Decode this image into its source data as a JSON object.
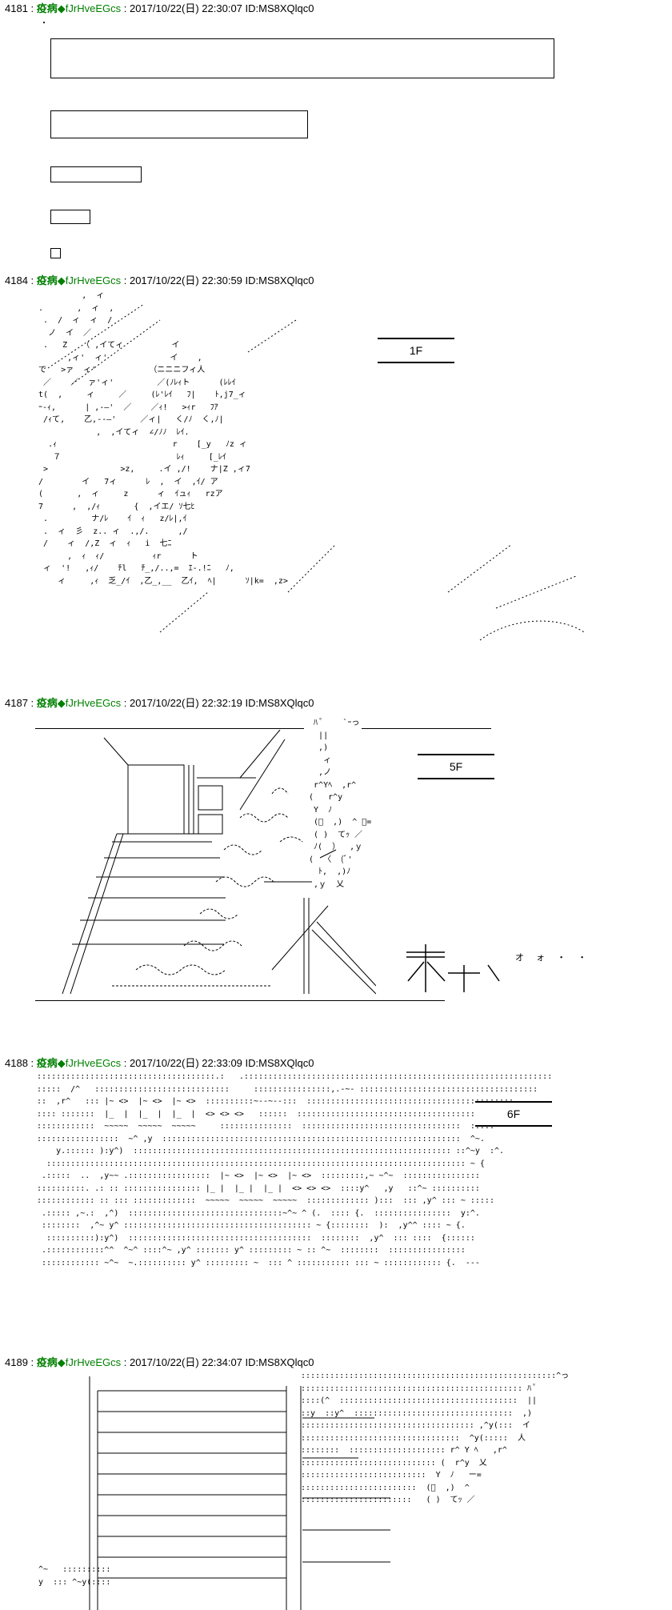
{
  "posts": [
    {
      "number": "4181",
      "sep": " : ",
      "name": "疫病",
      "trip": "◆fJrHveEGcs",
      "datetime": " : 2017/10/22(日) 22:30:07 ID:MS8XQlqc0",
      "dot": "・"
    },
    {
      "number": "4184",
      "sep": " : ",
      "name": "疫病",
      "trip": "◆fJrHveEGcs",
      "datetime": " : 2017/10/22(日) 22:30:59 ID:MS8XQlqc0",
      "floor": "1F",
      "art": "           ,  ィ\n  .       ,  ィ  ,\n   .  /  ィ  ィ  /\n    ノ  イ  ／\n   .   Z   （ ,イてィ          イ\n        ,ィ'  ィ'             イ    ,\n  で   >ァ  ィ'           （ニニニフィ人\n   ／    ／  ァ'ィ'         ／(ﾉﾚｨト      (ﾚﾚｲ\n  t(  ,     ィ     ／     (ﾚ'ﾚｲ   ﾌ|    ﾄ,j7_ィ\n  ｰ-ｨ,      | ,-―'  ／    ／ｨ!   >ｨr   ﾌｱ\n   /ｨて,    乙,--―'     ／ィ|   く/ﾉ  く,ﾉ|\n              ,  ,イてィ  ∠/ﾉﾉ  ﾚｲ.\n    .ｨ                        r    [_y   ﾉz ィ\n     ７                        ﾚｨ     [_ﾚｲ\n   >               >z,     .イ ,/!    ナ|Z ,ィ7\n  /        イ   7ィ      ﾚ  ,  イ  ,ｲ/ ア\n  (       ,  ィ     z      ィ  ｲュｨ   rzア\n  7      ,  ,/ｨ       {  ,イエ/ ｿ七ﾋ\n   .         ナ/ﾚ    ｲ  ｨ   z/ﾚ|,ｲ\n   .  ィ  彡  z.. ィ  .,/.      ,/\n   /    ィ  /,Z  ィ  ｨ   i  七ﾆ\n        ,  ｨ  ｨ/          ｨr      ト\n   ィ  '!   ,ｨ/    ﾁl   ﾁ_,/..,=  ｴ-.!ﾆ   ﾉ,\n      ィ     ,ｨ  乏_/ｲ  ,乙_,__  乙ｲ,  ﾍ|      ｿ|k=  ,z>"
    },
    {
      "number": "4187",
      "sep": " : ",
      "name": "疫病",
      "trip": "◆fJrHveEGcs",
      "datetime": " : 2017/10/22(日) 22:32:19 ID:MS8XQlqc0",
      "floor": "5F",
      "sfx": "オ ォ ・ ・",
      "art_right": "  ﾊ ﾟ    `ｰっ\n   ||\n   ,)\n    ィ\n   ,ノ\n  r^Yﾍ  ,r^\n (   r^y\n  Y  ﾉ\n  (ﾞ  ,)  ^ ー=\n  ( )  てｯ ／\n  ﾉ(  ）  ,ｙ\n (  〈  (ﾞ'\n   ﾄ,  ,)ﾉ\n  ,ｙ  乂"
    },
    {
      "number": "4188",
      "sep": " : ",
      "name": "疫病",
      "trip": "◆fJrHveEGcs",
      "datetime": " : 2017/10/22(日) 22:33:09 ID:MS8XQlqc0",
      "floor": "6F",
      "art": " :::::::::::::::::::::::::::::::::::::.:   .::::::::::::::::::::::::::::::::::::::::::::::::::::::::::::::::\n :::::  /^   ::::::::::::::::::::::::::::     ::::::::::::::::,.-~- :::::::::::::::::::::::::::::::::::::\n ::  ,r^   ::: |~ <>  |~ <>  |~ <>  ::::::::::~--~--:::  :::::::::::::::::::::::::::::::::::::::::::\n :::: :::::::  |_  |  |_  |  |_  |  <> <> <>   ::::::  :::::::::::::::::::::::::::::::::::::::::::::\n ::::::::::::  ~~~~~  ~~~~~  ~~~~~     :::::::::::::::  :::::::::::::::::::::::::::::::::  :::::\n :::::::::::::::::  ~^ ,y  ::::::::::::::::::::::::::::::::::::::::::::::::::::::::::::::  ^~. \n     y.:::::: ):y^)  :::::::::::::::::::::::::::::::::::::::::::::::::::::::::::::::::: ::^~y  :^.\n   ::::::::::::::::::::::::::::::::::::::::::::::::::::::::::::::::::::::::::::::::::::::: ~ {\n  .:::::  ..  ,y~~ .:::::::::::::::::  |~ <>  |~ <>  |~ <>  :::::::::,~ ~^~  ::::::::::::::::\n ::::::::::. .: :: :::::::::::::::: |_ |  |_ |  |_ |  <> <> <>  ::::y^   ,y   ::^~ ::::::::::\n :::::::::::: :: ::: :::::::::::::  ~~~~~  ~~~~~  ~~~~~  ::::::::::::: ):::  ::: ,y^ ::: ~ :::::\n  .::::: ,~.:  ,^)  ::::::::::::::::::::::::::::::::~^~ ^ (.  :::: {.  ::::::::::::::::  y:^.\n  ::::::::  ,^~ y^ ::::::::::::::::::::::::::::::::::::::: ~ {::::::::  ):  ,y^^ :::: ~ {.\n   ::::::::::):y^)  ::::::::::::::::::::::::::::::::::::::  ::::::::  ,y^  ::: ::::  {::::::\n  .::::::::::::^^  ^~^ ::::^~ ,y^ ::::::: y^ ::::::::: ~ :: ^~  ::::::::  ::::::::::::::::\n  :::::::::::: ~^~  ~.:::::::::: y^ ::::::::: ~  ::: ^ ::::::::::: ::: ~ :::::::::::: {.  ---"
    },
    {
      "number": "4189",
      "sep": " : ",
      "name": "疫病",
      "trip": "◆fJrHveEGcs",
      "datetime": " : 2017/10/22(日) 22:34:07 ID:MS8XQlqc0",
      "art_right": " :::::::::::::::::::::::::::::::::::::::::::::::::::::^っ\n :::::::::::::::::::::::::::::::::::::::::::::: ﾊ ﾟ\n ::::(^  :::::::::::::::::::::::::::::::::::::  ||\n ::y  ::y^  :::::::::::::::::::::::::::::::::  ,)\n :::::::::::::::::::::::::::::::::::: ,^y(:::  イ\n :::::::::::::::::::::::::::::::::  ^y(:::::  人\n ::::::::  :::::::::::::::::::: r^ Y ﾍ   ,r^\n :::::::::::::::::::::::::::: (  r^y  乂\n ::::::::::::::::::::::::::  Y  ﾉ   ー=\n ::::::::::::::::::::::::  (ﾞ  ,)  ^\n :::::::::::::::::::::::   ( )  てｯ ／",
      "art_left": "  ^~   ::::::::::\n  y  ::: ^~y(::::"
    }
  ]
}
